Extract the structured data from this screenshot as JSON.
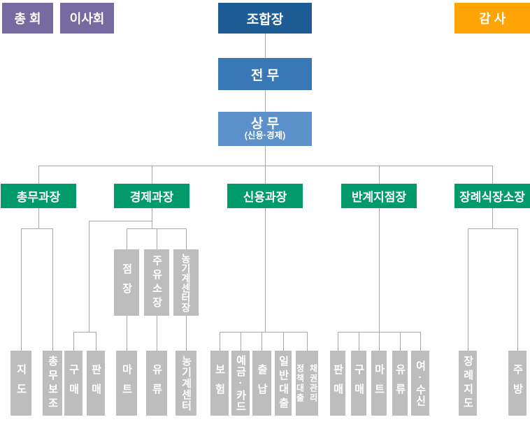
{
  "nodes": {
    "assembly": {
      "label": "총 회"
    },
    "board": {
      "label": "이사회"
    },
    "chairman": {
      "label": "조합장"
    },
    "auditor": {
      "label": "감 사"
    },
    "executive_director": {
      "label": "전 무"
    },
    "managing_director": {
      "label": "상 무",
      "sublabel": "(신용·경제)"
    }
  },
  "departments": [
    {
      "label": "총무과장",
      "children": [
        {
          "label": "지도"
        },
        {
          "label": "총무보조"
        }
      ]
    },
    {
      "label": "경제과장",
      "managers": [
        {
          "label": "점장"
        },
        {
          "label": "주유소장"
        },
        {
          "label": "농기계센터장"
        }
      ],
      "children": [
        {
          "label": "구매"
        },
        {
          "label": "판매"
        },
        {
          "label": "마트"
        },
        {
          "label": "유류"
        },
        {
          "label": "농기계센터"
        }
      ]
    },
    {
      "label": "신용과장",
      "children": [
        {
          "label": "보험"
        },
        {
          "label": "예금·카드"
        },
        {
          "label": "출납"
        },
        {
          "label": "일반대출"
        },
        {
          "label": "정책대출",
          "label2": "채권관리"
        }
      ]
    },
    {
      "label": "반계지점장",
      "children": [
        {
          "label": "판매"
        },
        {
          "label": "구매"
        },
        {
          "label": "마트"
        },
        {
          "label": "유류"
        },
        {
          "label": "여·수신"
        }
      ]
    },
    {
      "label": "장례식장소장",
      "children": [
        {
          "label": "장례지도"
        },
        {
          "label": "주방"
        }
      ]
    }
  ],
  "colors": {
    "purple": "#766AA0",
    "dark_blue": "#1E5C96",
    "blue": "#3878B6",
    "light_blue": "#5C90CA",
    "green": "#009A6B",
    "orange": "#FFA405",
    "gray_box": "#BDBDBD",
    "line": "#A8A8A8"
  }
}
